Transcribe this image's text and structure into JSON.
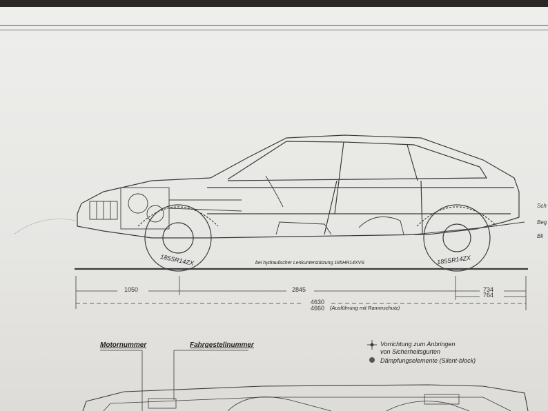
{
  "dimensions": {
    "front_overhang": "1050",
    "wheelbase": "2845",
    "rear_a": "734",
    "rear_b": "764",
    "length_a": "4630",
    "length_b": "4660",
    "length_note": "(Ausführung mit Rammschutz)"
  },
  "tyres": {
    "front": "185SR14ZX",
    "rear": "185SR14ZX"
  },
  "ground_note": "bei hydraulischer Lenkunterstützung 185HR14XVS",
  "labels": {
    "engine_number": "Motornummer",
    "chassis_number": "Fahrgestellnummer",
    "belt_line1": "Vorrichtung zum Anbringen",
    "belt_line2": "von Sicherheitsgurten",
    "silentblock": "Dämpfungselemente (Silent-block)"
  },
  "side_cut": [
    "Sch",
    "Beg",
    "Bli"
  ],
  "colors": {
    "paper": "#e8e8e6",
    "ink": "#3a3a3a",
    "background": "#2a2724"
  }
}
